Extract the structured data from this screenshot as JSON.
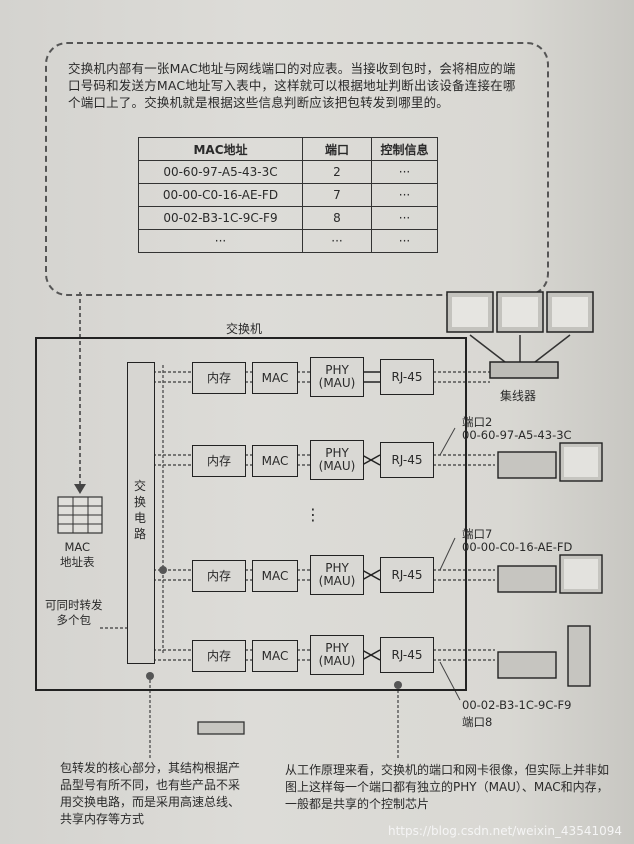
{
  "intro": "交换机内部有一张MAC地址与网线端口的对应表。当接收到包时，会将相应的端口号码和发送方MAC地址写入表中，这样就可以根据地址判断出该设备连接在哪个端口上了。交换机就是根据这些信息判断应该把包转发到哪里的。",
  "table": {
    "headers": [
      "MAC地址",
      "端口",
      "控制信息"
    ],
    "rows": [
      [
        "00-60-97-A5-43-3C",
        "2",
        "···"
      ],
      [
        "00-00-C0-16-AE-FD",
        "7",
        "···"
      ],
      [
        "00-02-B3-1C-9C-F9",
        "8",
        "···"
      ],
      [
        "···",
        "···",
        "···"
      ]
    ]
  },
  "switch_title": "交换机",
  "mac_table_label": "MAC\n地址表",
  "switching_circuit": "交换电路",
  "multi_forward": "可同时转发\n多个包",
  "modules": {
    "memory": "内存",
    "mac": "MAC",
    "phy": "PHY\n(MAU)",
    "rj45": "RJ-45"
  },
  "ellipsis_vertical": "⋮",
  "hub_label": "集线器",
  "ports": [
    {
      "name": "端口2",
      "mac": "00-60-97-A5-43-3C"
    },
    {
      "name": "端口7",
      "mac": "00-00-C0-16-AE-FD"
    },
    {
      "name": "端口8",
      "mac": "00-02-B3-1C-9C-F9"
    }
  ],
  "bottom_left": "包转发的核心部分，其结构根据产品型号有所不同，也有些产品不采用交换电路，而是采用高速总线、共享内存等方式",
  "bottom_right": "从工作原理来看，交换机的端口和网卡很像，但实际上并非如图上这样每一个端口都有独立的PHY（MAU）、MAC和内存，一般都是共享的个控制芯片",
  "watermark": "https://blog.csdn.net/weixin_43541094"
}
